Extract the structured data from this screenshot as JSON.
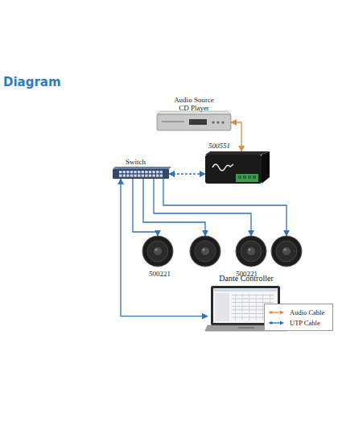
{
  "diagram": {
    "title": "Diagram",
    "nodes": [
      {
        "text": [
          "Audio Source CD Player"
        ]
      },
      {
        "text": [
          "500551"
        ]
      },
      {
        "text": [
          "Switch"
        ]
      },
      {
        "text": [
          "500221"
        ]
      },
      {
        "text": []
      },
      {
        "text": [
          "500221"
        ]
      },
      {
        "text": []
      },
      {
        "text": [
          "Dante Controller"
        ]
      }
    ],
    "edges": [
      {
        "from": 0,
        "to": 1,
        "arrow": "both"
      },
      {
        "from": 2,
        "to": 1,
        "arrow": "both"
      },
      {
        "from": 2,
        "to": 3,
        "arrow": "to"
      },
      {
        "from": 2,
        "to": 4,
        "arrow": "to"
      },
      {
        "from": 2,
        "to": 5,
        "arrow": "to"
      },
      {
        "from": 2,
        "to": 6,
        "arrow": "to"
      },
      {
        "from": 2,
        "to": 7,
        "arrow": "both"
      }
    ],
    "legend": [
      {
        "text": "Audio Cable"
      },
      {
        "text": "UTP Cable"
      }
    ]
  }
}
